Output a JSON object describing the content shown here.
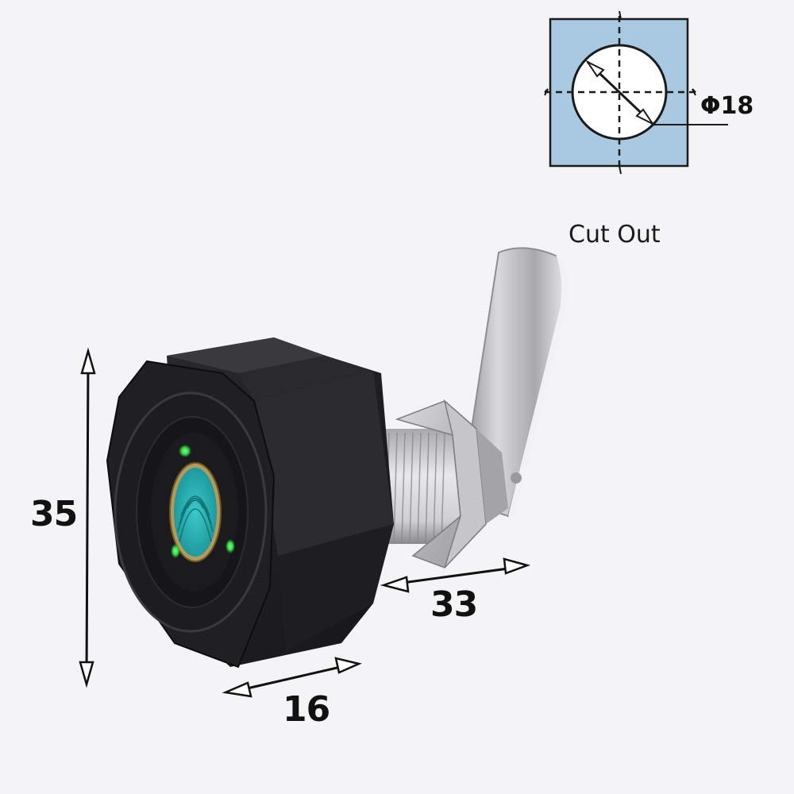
{
  "cutout_diagram": {
    "title": "Cut Out",
    "diameter_label": "Φ18",
    "panel_color": "#a9c8e1",
    "hole_color": "#ffffff"
  },
  "dimensions": {
    "height": "35",
    "length": "33",
    "depth": "16"
  },
  "product": {
    "name": "fingerprint-cam-lock",
    "body_color": "#1a1a1c",
    "sensor_color": "#2bb5b8",
    "led_color": "#35e04a",
    "metal_color": "#c8c8c8"
  }
}
